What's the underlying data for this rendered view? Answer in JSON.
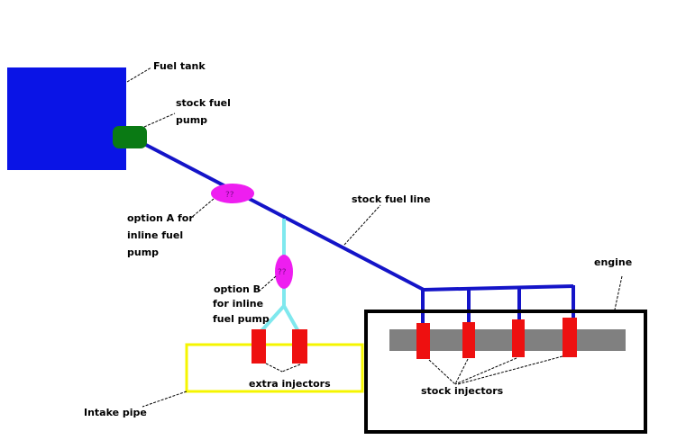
{
  "diagram": {
    "title": "Fuel system with extra injectors",
    "colors": {
      "fuel_tank": "#0a14e6",
      "stock_pump": "#0a7a14",
      "stock_fuel_line": "#1414c8",
      "extra_fuel_line": "#7fe8ee",
      "inline_pump_option": "#ee1ef0",
      "injector": "#ee1010",
      "intake_pipe": "#f5f500",
      "engine_outline": "#000000",
      "fuel_rail_block": "#808080"
    },
    "labels": {
      "fuel_tank": "Fuel tank",
      "stock_fuel_pump_line1": "stock fuel",
      "stock_fuel_pump_line2": "pump",
      "option_a_line1": "option A for",
      "option_a_line2": "inline fuel",
      "option_a_line3": "pump",
      "option_b_line1": "option B",
      "option_b_line2": "for inline",
      "option_b_line3": "fuel pump",
      "stock_fuel_line": "stock fuel line",
      "engine": "engine",
      "extra_injectors": "extra injectors",
      "stock_injectors": "stock injectors",
      "intake_pipe": "Intake pipe"
    },
    "pump_markers": {
      "option_a": "??",
      "option_b": "??"
    },
    "counts": {
      "stock_injectors": 4,
      "extra_injectors": 2
    }
  }
}
